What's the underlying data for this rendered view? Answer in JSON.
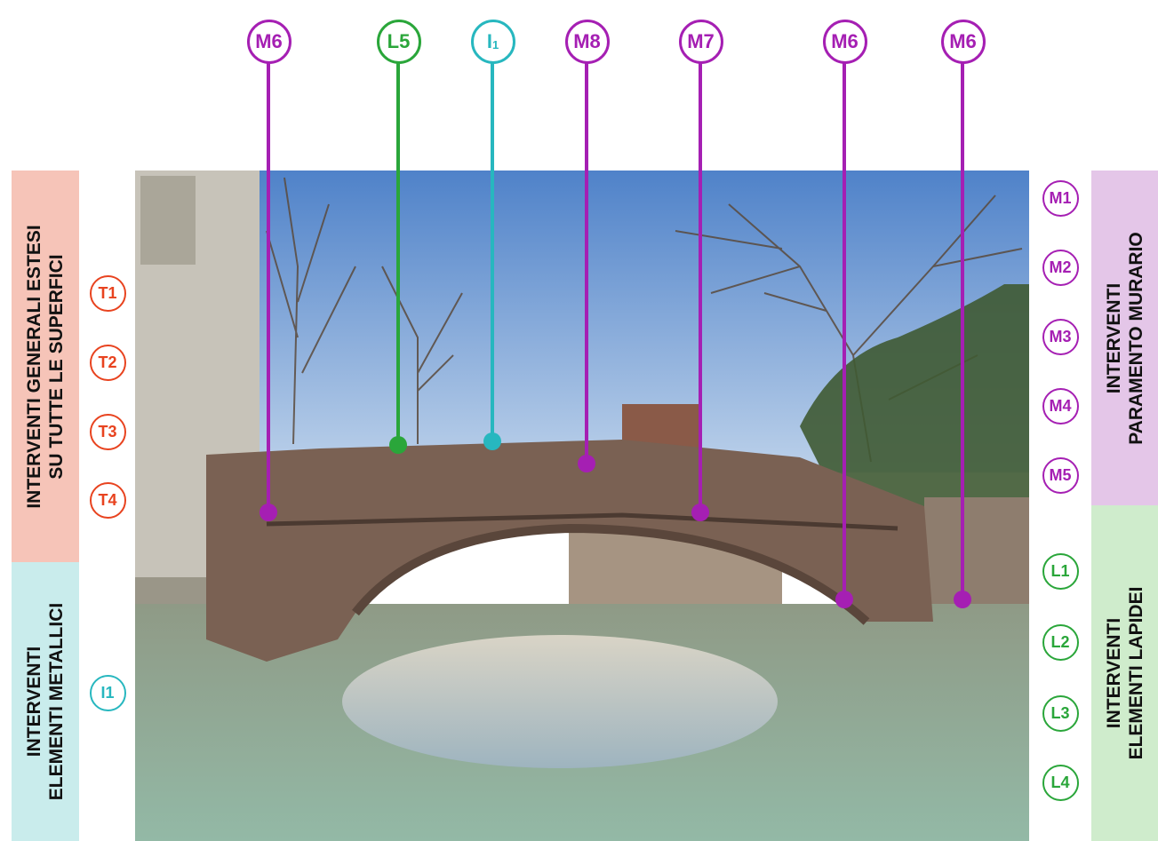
{
  "colors": {
    "orange": "#e8431f",
    "purple": "#a51fb3",
    "green": "#2aa63a",
    "teal": "#27b7bf",
    "band_salmon": "#f6c4b8",
    "band_teal": "#c9ecec",
    "band_lilac": "#e4c6e8",
    "band_mint": "#cfeccc"
  },
  "top_labels": [
    {
      "text": "M6",
      "color": "purple"
    },
    {
      "text": "L5",
      "color": "green"
    },
    {
      "text": "I",
      "sub": "1",
      "color": "teal"
    },
    {
      "text": "M8",
      "color": "purple"
    },
    {
      "text": "M7",
      "color": "purple"
    },
    {
      "text": "M6",
      "color": "purple"
    },
    {
      "text": "M6",
      "color": "purple"
    }
  ],
  "left_panel": {
    "general": {
      "lines": [
        "INTERVENTI GENERALI ESTESI",
        "SU TUTTE LE SUPERFICI"
      ],
      "codes": [
        "T1",
        "T2",
        "T3",
        "T4"
      ]
    },
    "metal": {
      "lines": [
        "INTERVENTI",
        "ELEMENTI METALLICI"
      ],
      "codes": [
        "I1"
      ]
    }
  },
  "right_panel": {
    "masonry": {
      "lines": [
        "INTERVENTI",
        "PARAMENTO MURARIO"
      ],
      "codes": [
        "M1",
        "M2",
        "M3",
        "M4",
        "M5"
      ]
    },
    "stone": {
      "lines": [
        "INTERVENTI",
        "ELEMENTI LAPIDEI"
      ],
      "codes": [
        "L1",
        "L2",
        "L3",
        "L4"
      ]
    }
  }
}
